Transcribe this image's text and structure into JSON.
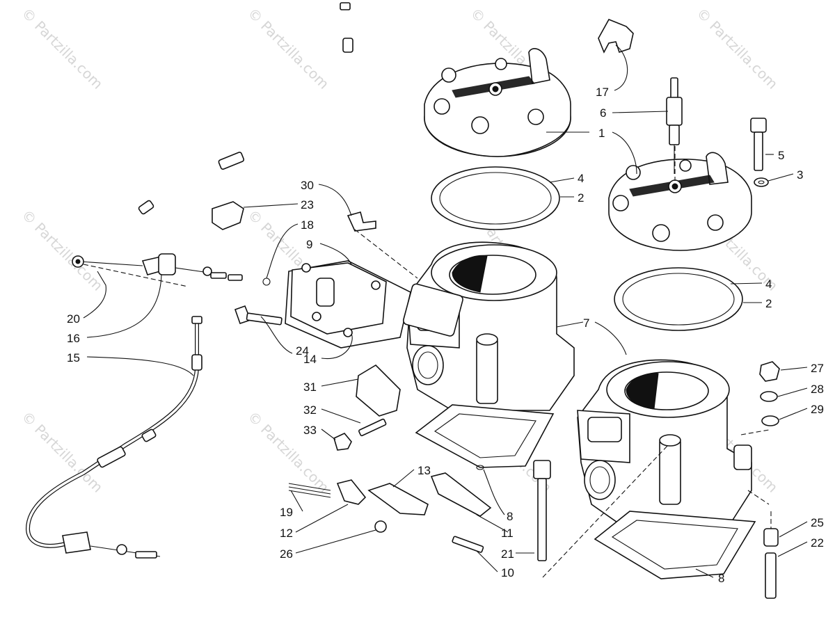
{
  "watermark": {
    "text": "© Partzilla.com"
  },
  "callouts": [
    {
      "id": "c1",
      "label": "1"
    },
    {
      "id": "c2a",
      "label": "2"
    },
    {
      "id": "c2b",
      "label": "2"
    },
    {
      "id": "c3",
      "label": "3"
    },
    {
      "id": "c4a",
      "label": "4"
    },
    {
      "id": "c4b",
      "label": "4"
    },
    {
      "id": "c5",
      "label": "5"
    },
    {
      "id": "c6",
      "label": "6"
    },
    {
      "id": "c7",
      "label": "7"
    },
    {
      "id": "c8a",
      "label": "8"
    },
    {
      "id": "c8b",
      "label": "8"
    },
    {
      "id": "c9",
      "label": "9"
    },
    {
      "id": "c10",
      "label": "10"
    },
    {
      "id": "c11",
      "label": "11"
    },
    {
      "id": "c12",
      "label": "12"
    },
    {
      "id": "c13",
      "label": "13"
    },
    {
      "id": "c14",
      "label": "14"
    },
    {
      "id": "c15",
      "label": "15"
    },
    {
      "id": "c16",
      "label": "16"
    },
    {
      "id": "c17",
      "label": "17"
    },
    {
      "id": "c18",
      "label": "18"
    },
    {
      "id": "c19",
      "label": "19"
    },
    {
      "id": "c20",
      "label": "20"
    },
    {
      "id": "c21",
      "label": "21"
    },
    {
      "id": "c22",
      "label": "22"
    },
    {
      "id": "c23",
      "label": "23"
    },
    {
      "id": "c24",
      "label": "24"
    },
    {
      "id": "c25",
      "label": "25"
    },
    {
      "id": "c26",
      "label": "26"
    },
    {
      "id": "c27",
      "label": "27"
    },
    {
      "id": "c28",
      "label": "28"
    },
    {
      "id": "c29",
      "label": "29"
    },
    {
      "id": "c30",
      "label": "30"
    },
    {
      "id": "c31",
      "label": "31"
    },
    {
      "id": "c32",
      "label": "32"
    },
    {
      "id": "c33",
      "label": "33"
    }
  ]
}
